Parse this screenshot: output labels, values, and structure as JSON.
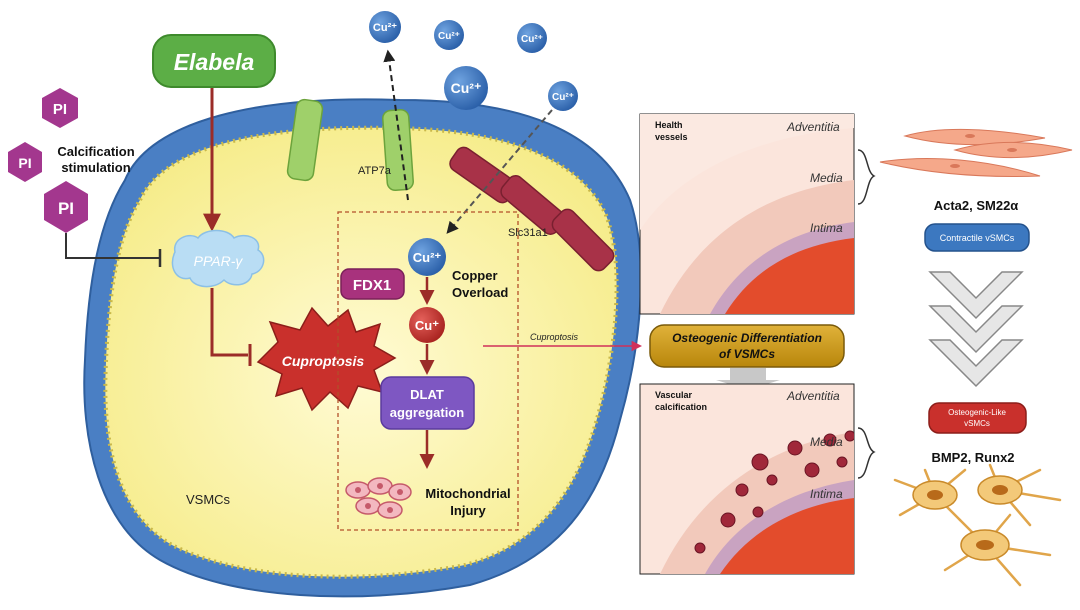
{
  "cu_ion": "Cu²⁺",
  "cu_plus": "Cu⁺",
  "elabela": "Elabela",
  "pi_label": "PI",
  "calcification_stimulation": [
    "Calcification",
    "stimulation"
  ],
  "ppar_gamma": "PPAR-γ",
  "cuproptosis": "Cuproptosis",
  "atp7a": "ATP7a",
  "slc31a1": "Slc31a1",
  "fdx1": "FDX1",
  "copper_overload": [
    "Copper",
    "Overload"
  ],
  "dlat_aggregation": [
    "DLAT",
    "aggregation"
  ],
  "mitochondrial_injury": [
    "Mitochondrial",
    "Injury"
  ],
  "vsmcs": "VSMCs",
  "cuproptosis_arrow_label": "Cuproptosis",
  "osteogenic_differentiation": [
    "Osteogenic Differentiation",
    "of VSMCs"
  ],
  "top_panel": {
    "title": [
      "Health",
      "vessels"
    ],
    "adventitia": "Adventitia",
    "media": "Media",
    "intima": "Intima"
  },
  "bottom_panel": {
    "title": [
      "Vascular",
      "calcification"
    ],
    "adventitia": "Adventitia",
    "media": "Media",
    "intima": "Intima"
  },
  "contractile_markers": "Acta2, SM22α",
  "contractile_label": "Contractile vSMCs",
  "osteogenic_label": [
    "Osteogenic-Like",
    "vSMCs"
  ],
  "osteogenic_markers": "BMP2, Runx2",
  "colors": {
    "cell_fill": "#fbf5a6",
    "membrane": "#4a7fc4",
    "pi_purple": "#a3378e",
    "elabela_green": "#5cae46",
    "cuproptosis_red": "#c9302c",
    "dlat_purple": "#7e57c2",
    "copper_blue": "#3c78c0",
    "gold_box": "#c99a1c"
  }
}
